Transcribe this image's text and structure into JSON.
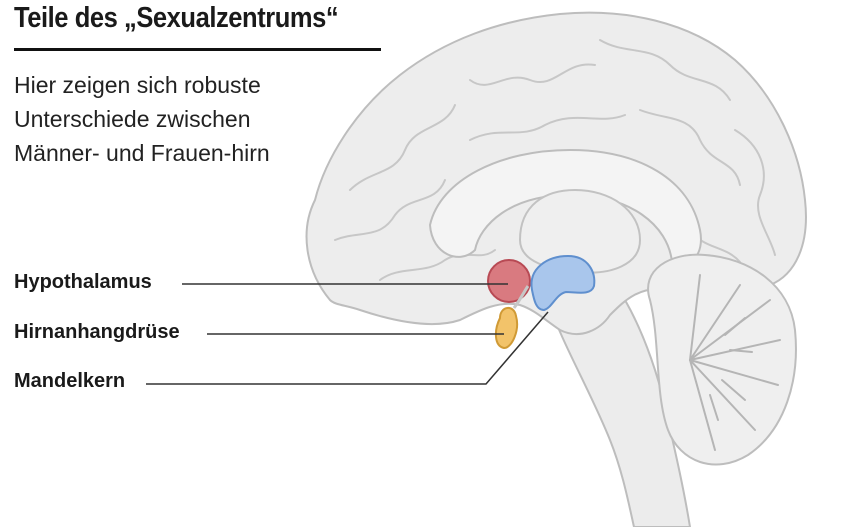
{
  "title": "Teile des „Sexualzentrums“",
  "subtitle": "Hier zeigen sich robuste Unterschiede zwischen Männer- und Frauen-hirn",
  "labels": {
    "hypothalamus": "Hypothalamus",
    "pituitary": "Hirnanhangdrüse",
    "amygdala": "Mandelkern"
  },
  "colors": {
    "hypothalamus": "#cf6b72",
    "pituitary": "#f2c36a",
    "amygdala": "#a9c6ec",
    "brain_fill": "#ededed",
    "brain_stroke": "#bdbdbd"
  }
}
